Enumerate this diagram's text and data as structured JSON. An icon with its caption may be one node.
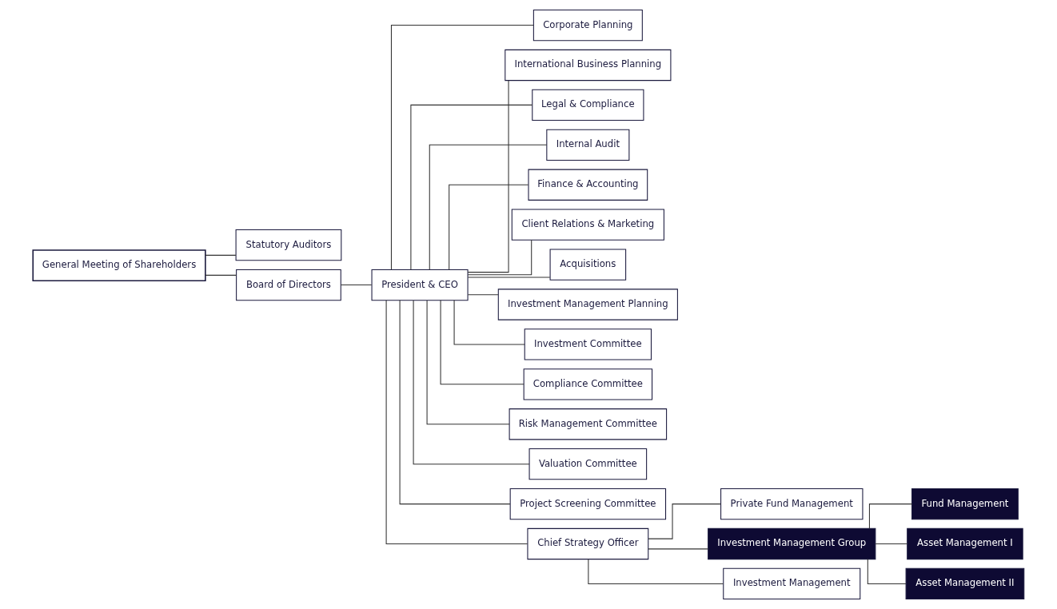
{
  "diagram": {
    "nodes": [
      {
        "text": [
          "General Meeting of Shareholders"
        ]
      },
      {
        "text": [
          "Statutory Auditors"
        ]
      },
      {
        "text": [
          "Board of Directors"
        ]
      },
      {
        "text": [
          "President & CEO"
        ]
      },
      {
        "text": [
          "Corporate Planning"
        ]
      },
      {
        "text": [
          "International Business Planning"
        ]
      },
      {
        "text": [
          "Legal & Compliance"
        ]
      },
      {
        "text": [
          "Internal Audit"
        ]
      },
      {
        "text": [
          "Finance & Accounting"
        ]
      },
      {
        "text": [
          "Client Relations & Marketing"
        ]
      },
      {
        "text": [
          "Acquisitions"
        ]
      },
      {
        "text": [
          "Investment Management Planning"
        ]
      },
      {
        "text": [
          "Investment Committee"
        ]
      },
      {
        "text": [
          "Compliance Committee"
        ]
      },
      {
        "text": [
          "Risk Management Committee"
        ]
      },
      {
        "text": [
          "Valuation Committee"
        ]
      },
      {
        "text": [
          "Project Screening Committee"
        ]
      },
      {
        "text": [
          "Chief Strategy Officer"
        ]
      },
      {
        "text": [
          "Private Fund Management"
        ]
      },
      {
        "text": [
          "Investment Management Group"
        ]
      },
      {
        "text": [
          "Fund Management"
        ]
      },
      {
        "text": [
          "Asset Management I"
        ]
      },
      {
        "text": [
          "Asset Management II"
        ]
      },
      {
        "text": [
          "Investment Management"
        ]
      }
    ],
    "edges": [
      {
        "from": 0,
        "to": 1,
        "arrow": "none"
      },
      {
        "from": 0,
        "to": 2,
        "arrow": "none"
      },
      {
        "from": 2,
        "to": 3,
        "arrow": "none"
      },
      {
        "from": 3,
        "to": 4,
        "arrow": "none"
      },
      {
        "from": 3,
        "to": 5,
        "arrow": "none"
      },
      {
        "from": 3,
        "to": 6,
        "arrow": "none"
      },
      {
        "from": 3,
        "to": 7,
        "arrow": "none"
      },
      {
        "from": 3,
        "to": 8,
        "arrow": "none"
      },
      {
        "from": 3,
        "to": 9,
        "arrow": "none"
      },
      {
        "from": 3,
        "to": 10,
        "arrow": "none"
      },
      {
        "from": 3,
        "to": 11,
        "arrow": "none"
      },
      {
        "from": 3,
        "to": 12,
        "arrow": "none"
      },
      {
        "from": 3,
        "to": 13,
        "arrow": "none"
      },
      {
        "from": 3,
        "to": 14,
        "arrow": "none"
      },
      {
        "from": 3,
        "to": 15,
        "arrow": "none"
      },
      {
        "from": 3,
        "to": 16,
        "arrow": "none"
      },
      {
        "from": 3,
        "to": 17,
        "arrow": "none"
      },
      {
        "from": 17,
        "to": 18,
        "arrow": "none"
      },
      {
        "from": 17,
        "to": 19,
        "arrow": "none"
      },
      {
        "from": 19,
        "to": 20,
        "arrow": "none"
      },
      {
        "from": 19,
        "to": 21,
        "arrow": "none"
      },
      {
        "from": 19,
        "to": 22,
        "arrow": "none"
      },
      {
        "from": 17,
        "to": 23,
        "arrow": "none"
      }
    ]
  }
}
